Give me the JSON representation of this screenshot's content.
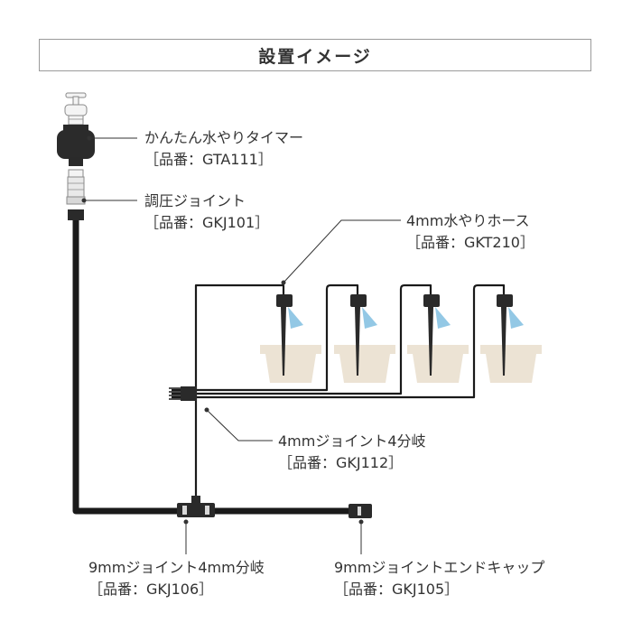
{
  "title": "設置イメージ",
  "colors": {
    "tube": "#1a1a1a",
    "leader": "#333333",
    "pot": "#ece3d4",
    "mist": "#6fb6dc",
    "frame": "#9a9a9a"
  },
  "labels": {
    "timer": {
      "name": "かんたん水やりタイマー",
      "code": "［品番：GTA111］"
    },
    "regulator": {
      "name": "調圧ジョイント",
      "code": "［品番：GKJ101］"
    },
    "hose": {
      "name": "4mm水やりホース",
      "code": "［品番：GKT210］"
    },
    "splitter4": {
      "name": "4mmジョイント4分岐",
      "code": "［品番：GKJ112］"
    },
    "tee9": {
      "name": "9mmジョイント4mm分岐",
      "code": "［品番：GKJ106］"
    },
    "endcap9": {
      "name": "9mmジョイントエンドキャップ",
      "code": "［品番：GKJ105］"
    }
  },
  "icons": [
    "faucet-icon",
    "timer-device-icon",
    "pressure-joint-icon",
    "dripper-stake-icon",
    "plant-pot-icon",
    "end-cap-icon"
  ]
}
